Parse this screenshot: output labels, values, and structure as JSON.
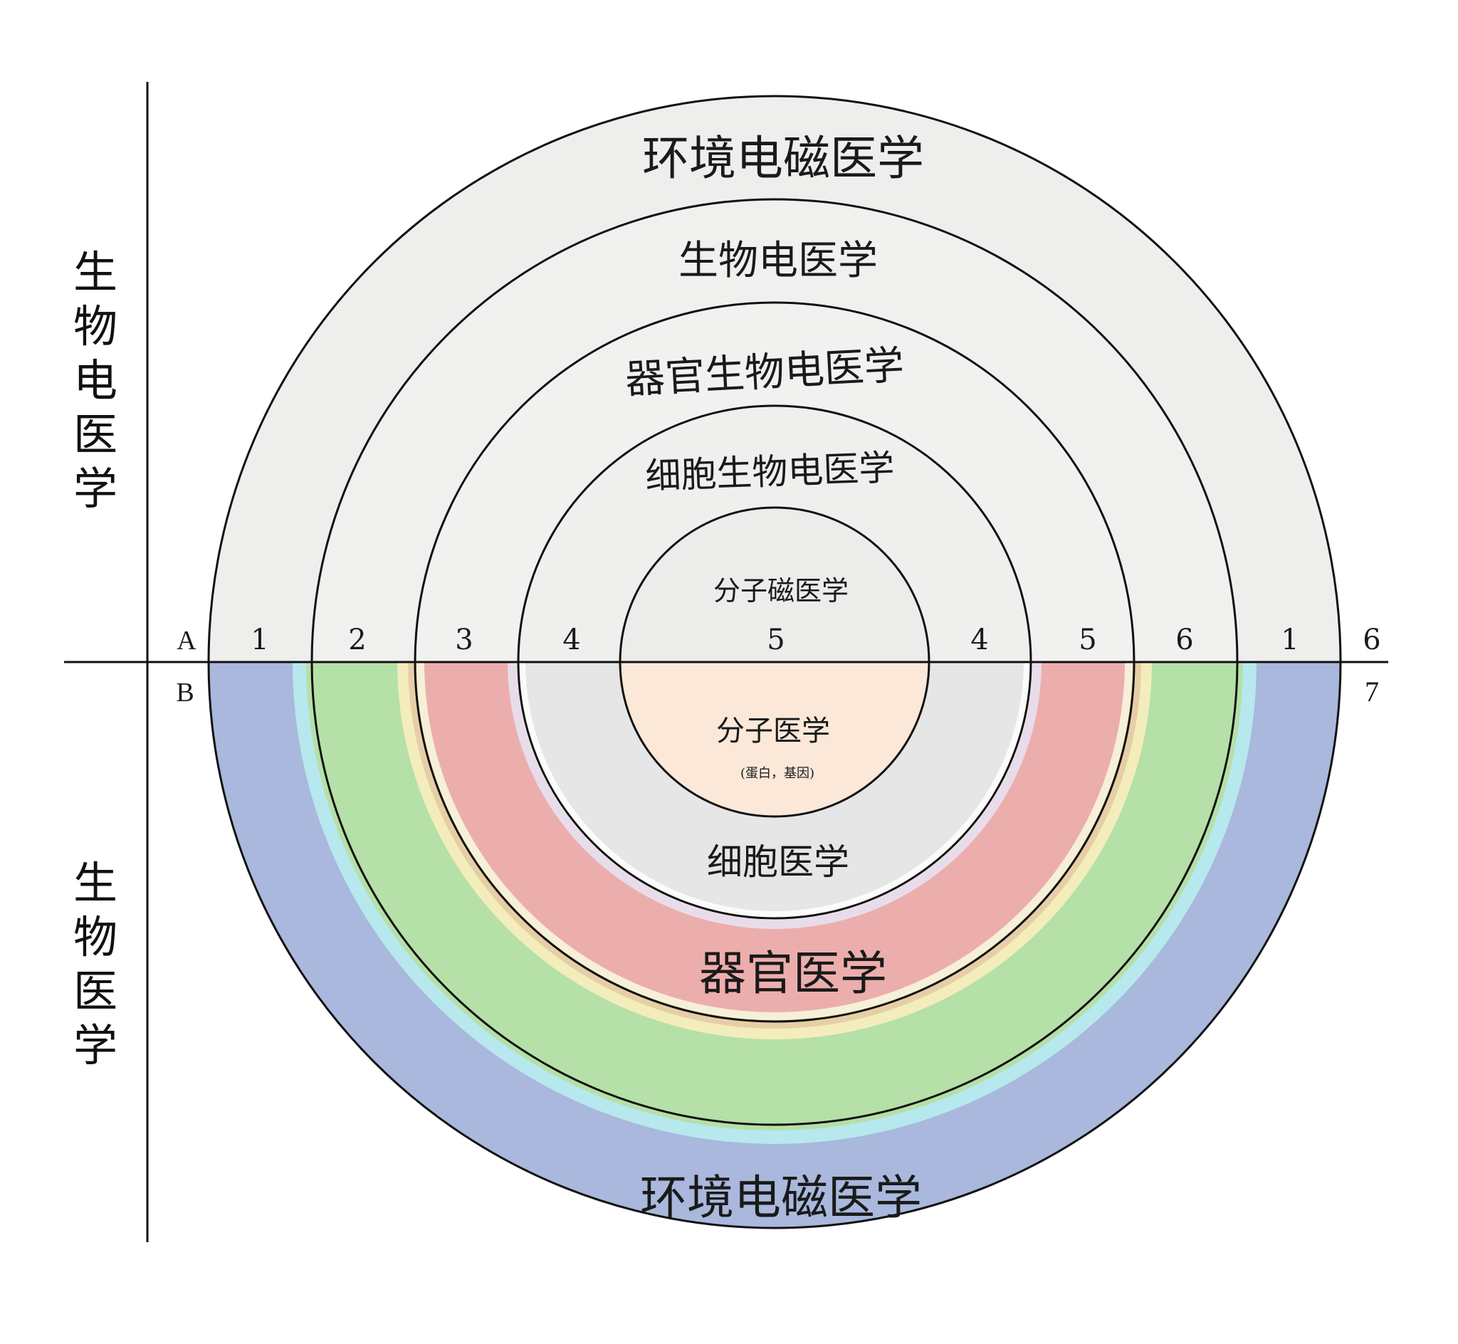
{
  "side_labels": {
    "top": "生物电医学",
    "bottom": "生物医学"
  },
  "row_labels": {
    "a": "A",
    "b": "B"
  },
  "top_rings": {
    "ring1": "环境电磁医学",
    "ring2": "生物电医学",
    "ring3": "器官生物电医学",
    "ring4": "细胞生物电医学",
    "core": "分子磁医学"
  },
  "bottom_rings": {
    "ring1": "环境电磁医学",
    "ring3": "器官医学",
    "ring4": "细胞医学",
    "core": "分子医学",
    "core_sub": "(蛋白，基因)"
  },
  "axis_numbers": [
    "1",
    "2",
    "3",
    "4",
    "5",
    "4",
    "5",
    "6",
    "1",
    "6"
  ],
  "right_bottom_number": "7",
  "colors": {
    "top_fill": "#eeeeec",
    "blue": "#a9b8dc",
    "cyan": "#b6e8ee",
    "green": "#b5e0a7",
    "yellow": "#f3edbc",
    "tan": "#e6cfa6",
    "pink": "#ecaeac",
    "lavender": "#e8dcea",
    "light_gray": "#e6e6e6",
    "peach": "#fbe3cc",
    "orange": "#f8c48a"
  }
}
